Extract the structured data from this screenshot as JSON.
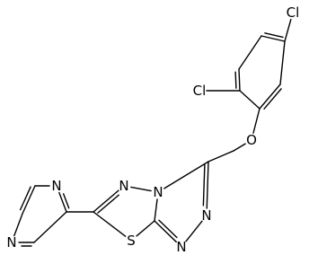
{
  "molecule": {
    "labels": {
      "cl_top": "Cl",
      "cl_ortho": "Cl",
      "o": "O",
      "s": "S",
      "n_thiadiazole": "N",
      "n_bridgehead": "N",
      "n_triazole_1": "N",
      "n_triazole_2": "N",
      "n_pyrazine_top": "N",
      "n_pyrazine_bottom": "N"
    },
    "colors": {
      "bond": "#000000",
      "text": "#000000",
      "background": "#ffffff"
    }
  }
}
